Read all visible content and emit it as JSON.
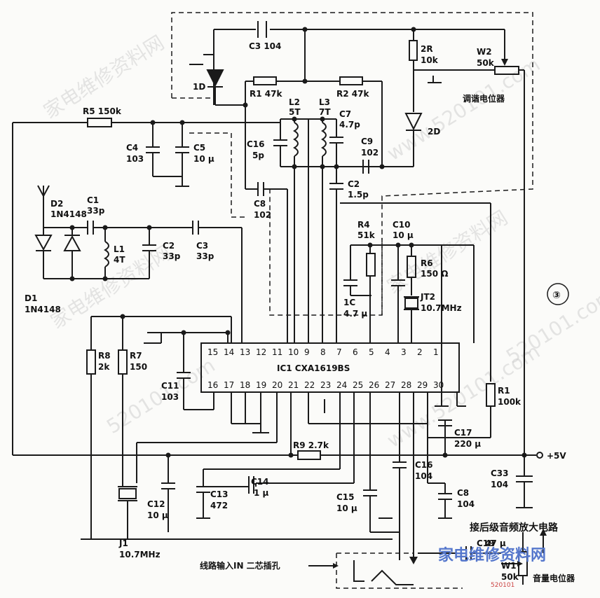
{
  "watermarks": [
    "家电维修资料网",
    "www.520101.com",
    "520101.com",
    "家电维修资料网",
    "www.520101.com",
    "520101.com",
    "家电维修资料网"
  ],
  "figure_number": "③",
  "ic": {
    "name": "IC1 CXA1619BS",
    "top_pins": [
      "15",
      "14",
      "13",
      "12",
      "11",
      "10",
      "9",
      "8",
      "7",
      "6",
      "5",
      "4",
      "3",
      "2",
      "1"
    ],
    "bottom_pins": [
      "16",
      "17",
      "18",
      "19",
      "20",
      "21",
      "22",
      "23",
      "24",
      "25",
      "26",
      "27",
      "28",
      "29",
      "30"
    ]
  },
  "labels": {
    "c3_top": "C3 104",
    "r_2r": "2R",
    "r_2r_val": "10k",
    "w2": "W2",
    "w2_val": "50k",
    "w2_desc": "调谐电位器",
    "d_1d": "1D",
    "r1_top": "R1  47k",
    "r2_top": "R2  47k",
    "l2": "L2",
    "l2_val": "5T",
    "l3": "L3",
    "l3_val": "7T",
    "c7": "C7",
    "c7_val": "4.7p",
    "r5": "R5  150k",
    "c4": "C4",
    "c4_val": "103",
    "c5": "C5",
    "c5_val": "10 μ",
    "c16top": "C16",
    "c16top_val": "5p",
    "c9": "C9",
    "c9_val": "102",
    "d_2d": "2D",
    "c2_top": "C2",
    "c2_top_val": "1.5p",
    "d2": "D2",
    "d2_val": "1N4148",
    "c1": "C1",
    "c1_val": "33p",
    "c8_mid": "C8",
    "c8_mid_val": "102",
    "l1": "L1",
    "l1_val": "4T",
    "c2_mid": "C2",
    "c2_mid_val": "33p",
    "c3_mid": "C3",
    "c3_mid_val": "33p",
    "r4": "R4",
    "r4_val": "51k",
    "c10": "C10",
    "c10_val": "10 μ",
    "r6": "R6",
    "r6_val": "150 Ω",
    "c_1c": "1C",
    "c_1c_val": "4.7 μ",
    "jt2": "JT2",
    "jt2_val": "10.7MHz",
    "d1": "D1",
    "d1_val": "1N4148",
    "r8": "R8",
    "r8_val": "2k",
    "r7": "R7",
    "r7_val": "150",
    "c11": "C11",
    "c11_val": "103",
    "r1_right": "R1",
    "r1_right_val": "100k",
    "c17": "C17",
    "c17_val": "220 μ",
    "r9": "R9  2.7k",
    "vcc": "+5V",
    "c16": "C16",
    "c16_val": "104",
    "c33": "C33",
    "c33_val": "104",
    "c13": "C13",
    "c13_val": "472",
    "c14": "C14",
    "c14_val": "1 μ",
    "c12": "C12",
    "c12_val": "10 μ",
    "c15": "C15",
    "c15_val": "10 μ",
    "c8_bot": "C8",
    "c8_bot_val": "104",
    "amp": "接后级音频放大电路",
    "j1": "J1",
    "j1_val": "10.7MHz",
    "line_in": "线路输入IN 二芯插孔",
    "c19": "C19",
    "c19_val": "47 μ",
    "w1": "W1",
    "w1_val": "50k",
    "w1_desc": "音量电位器",
    "site_logo": "家电维修资料网",
    "site_small": "520101"
  }
}
